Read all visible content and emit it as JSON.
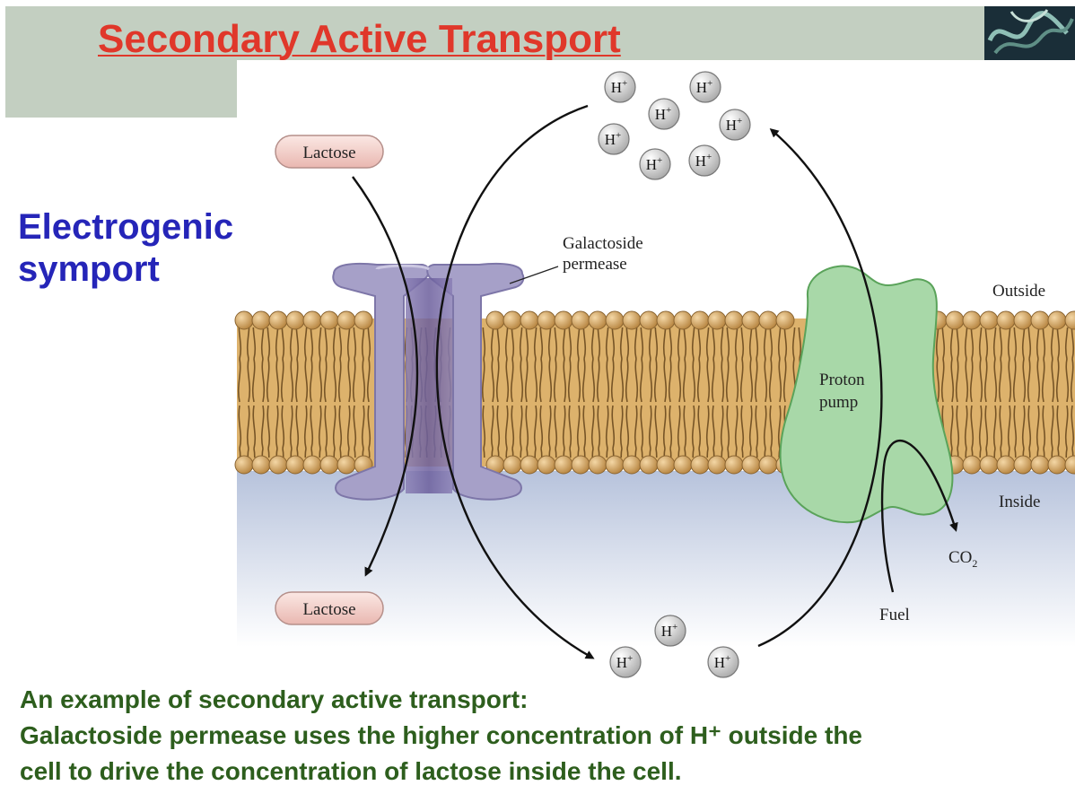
{
  "slide": {
    "title": "Secondary Active Transport",
    "subtitle_line1": "Electrogenic",
    "subtitle_line2": "symport",
    "caption_line1": "An example of secondary active transport:",
    "caption_line2": "Galactoside permease uses the higher concentration of H⁺ outside the",
    "caption_line3": "cell to drive the concentration of lactose inside the cell."
  },
  "diagram": {
    "lactose_top": "Lactose",
    "lactose_bottom": "Lactose",
    "permease_line1": "Galactoside",
    "permease_line2": "permease",
    "outside": "Outside",
    "inside": "Inside",
    "pump_line1": "Proton",
    "pump_line2": "pump",
    "co2_main": "CO",
    "co2_sub": "2",
    "fuel": "Fuel",
    "proton_symbol": "H",
    "proton_charge": "+"
  },
  "colors": {
    "title": "#e0372a",
    "subtitle": "#2525b8",
    "caption": "#2d5e1d",
    "header_band": "#c3cfc1",
    "membrane_heads": "#c99a5a",
    "permease": "#a39ac6",
    "proton_pump": "#a8d8a8"
  }
}
